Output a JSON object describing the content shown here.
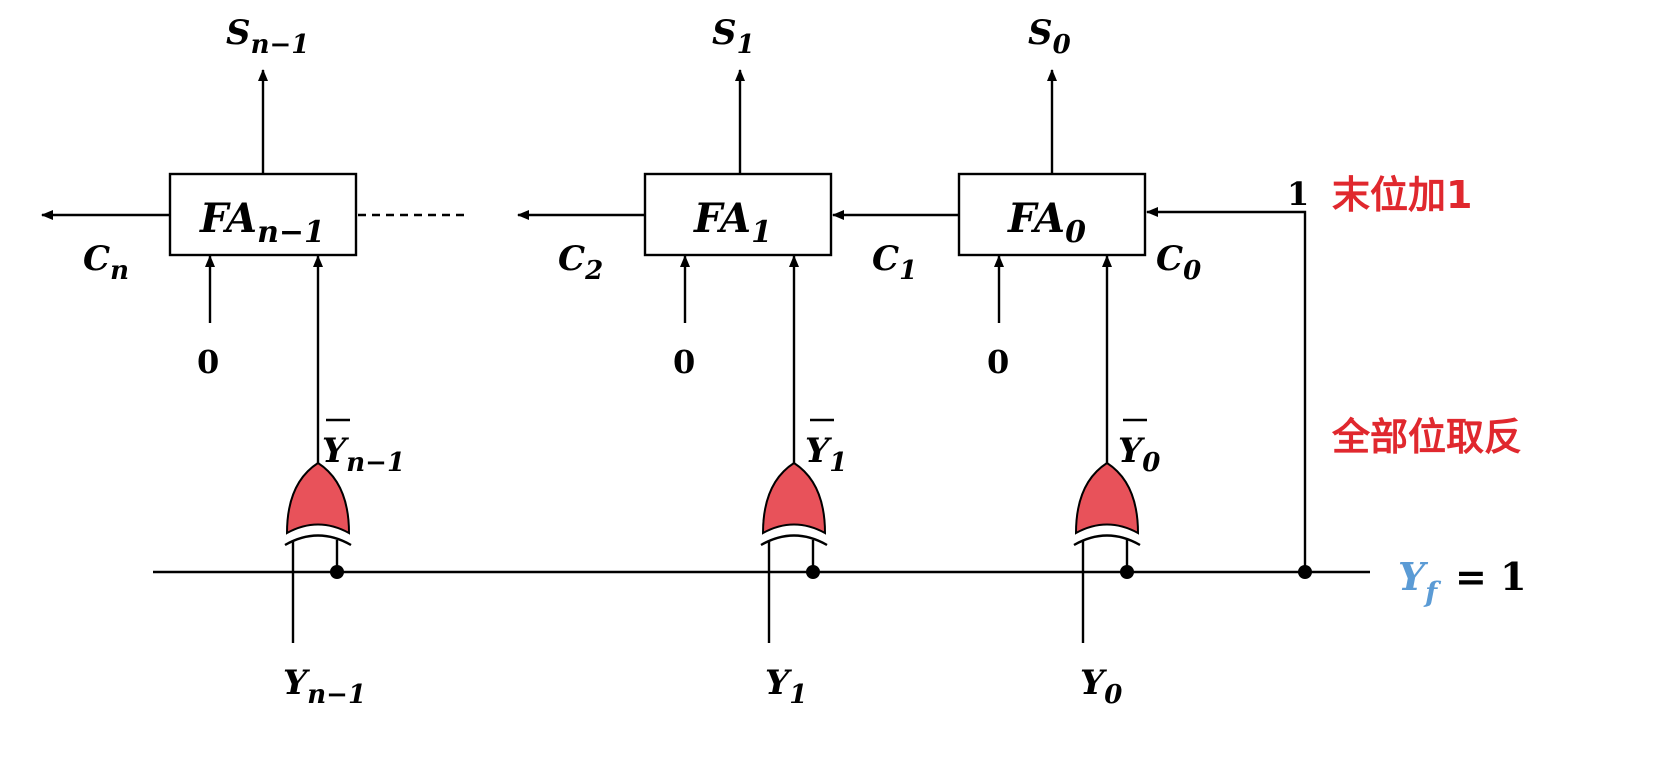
{
  "colors": {
    "annotation_red": "#e0282e",
    "yf_blue": "#5b9bd5",
    "gate_fill": "#e8525a"
  },
  "adders": [
    {
      "name_base": "FA",
      "name_sub": "n−1",
      "sum_base": "S",
      "sum_sub": "n−1",
      "const_input": "0",
      "yin_base": "Y",
      "yin_sub": "n−1",
      "ybar_base": "Y",
      "ybar_sub": "n−1"
    },
    {
      "name_base": "FA",
      "name_sub": "1",
      "sum_base": "S",
      "sum_sub": "1",
      "const_input": "0",
      "yin_base": "Y",
      "yin_sub": "1",
      "ybar_base": "Y",
      "ybar_sub": "1"
    },
    {
      "name_base": "FA",
      "name_sub": "0",
      "sum_base": "S",
      "sum_sub": "0",
      "const_input": "0",
      "yin_base": "Y",
      "yin_sub": "0",
      "ybar_base": "Y",
      "ybar_sub": "0"
    }
  ],
  "carries": {
    "cn_base": "C",
    "cn_sub": "n",
    "c2_base": "C",
    "c2_sub": "2",
    "c1_base": "C",
    "c1_sub": "1",
    "c0_base": "C",
    "c0_sub": "0"
  },
  "carry_in_value": "1",
  "sign_line": {
    "symbol_base": "Y",
    "symbol_sub": "f",
    "equals": "= 1"
  },
  "annotations": {
    "add_one": "末位加1",
    "invert_all": "全部位取反"
  }
}
